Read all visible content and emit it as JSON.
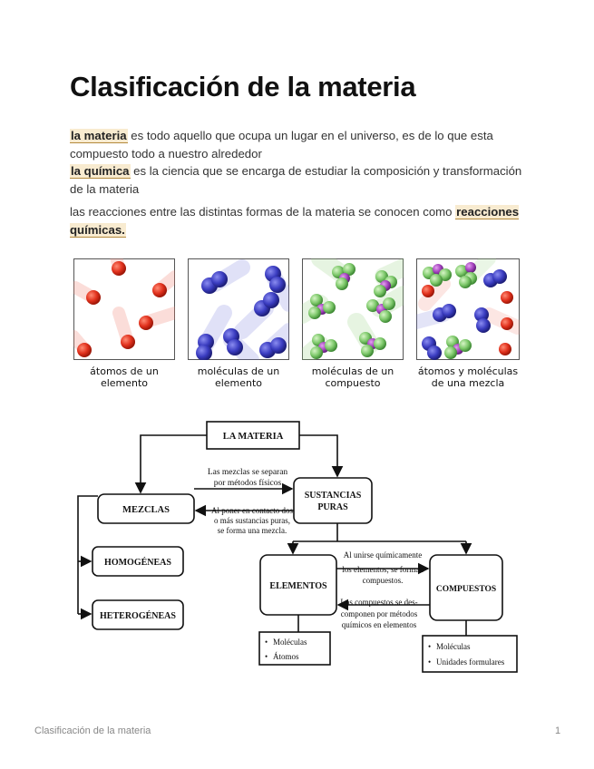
{
  "document": {
    "title": "Clasificación de la materia",
    "paragraphs": {
      "p1_term": "la materia",
      "p1_text": " es todo aquello que ocupa un lugar en el universo, es de lo que esta compuesto todo a nuestro alrededor",
      "p2_term": "la química",
      "p2_text": " es la ciencia que se encarga de estudiar la composición y transformación de la materia",
      "p3_text": "las reacciones entre las distintas formas de la materia se conocen como ",
      "p3_term": "reacciones químicas."
    },
    "panels": {
      "captions": [
        {
          "line1": "átomos de un",
          "line2": "elemento"
        },
        {
          "line1": "moléculas de un",
          "line2": "elemento"
        },
        {
          "line1": "moléculas de un",
          "line2": "compuesto"
        },
        {
          "line1": "átomos y moléculas",
          "line2": "de una mezcla"
        }
      ]
    },
    "diagram": {
      "la_materia": "LA MATERIA",
      "mezclas": "MEZCLAS",
      "sustancias_line1": "SUSTANCIAS",
      "sustancias_line2": "PURAS",
      "homogeneas": "HOMOGÉNEAS",
      "heterogeneas": "HETEROGÉNEAS",
      "elementos": "ELEMENTOS",
      "compuestos": "COMPUESTOS",
      "sep_line1": "Las mezclas se separan",
      "sep_line2": "por métodos físicos",
      "contact_line1": "Al poner en contacto dos",
      "contact_line2": "o más sustancias puras,",
      "contact_line3": "se forma una mezcla.",
      "union_line1": "Al unirse químicamente",
      "union_line2": "los elementos, se forman",
      "union_line3": "compuestos.",
      "descomp_line1": "Los compuestos se des-",
      "descomp_line2": "componen por métodos",
      "descomp_line3": "químicos en elementos",
      "elem_item1": "Moléculas",
      "elem_item2": "Átomos",
      "comp_item1": "Moléculas",
      "comp_item2": "Unidades formulares"
    },
    "footer": {
      "left": "Clasificación de la materia",
      "page": "1"
    }
  }
}
